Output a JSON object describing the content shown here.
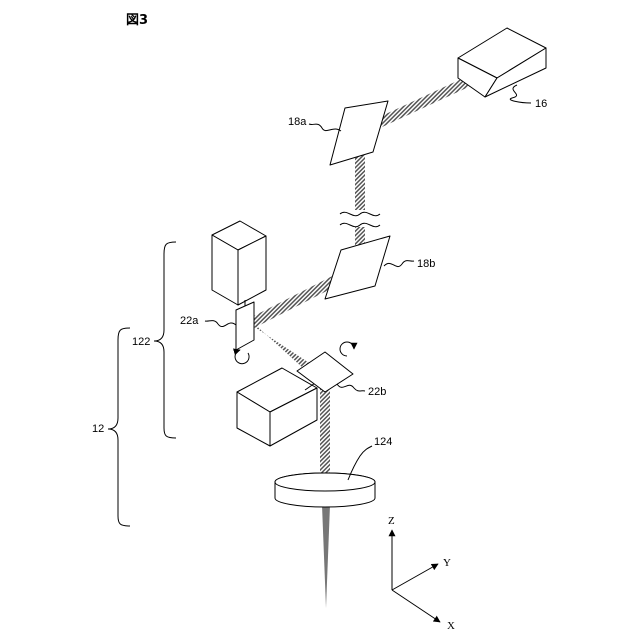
{
  "figure": {
    "title": "図3"
  },
  "labels": {
    "laser_source": "16",
    "mirror_a": "18a",
    "mirror_b": "18b",
    "galvo_a": "22a",
    "galvo_b": "22b",
    "lens": "124",
    "scanner_group": "122",
    "head_group": "12"
  },
  "axes": {
    "z": "Z",
    "y": "Y",
    "x": "X"
  }
}
